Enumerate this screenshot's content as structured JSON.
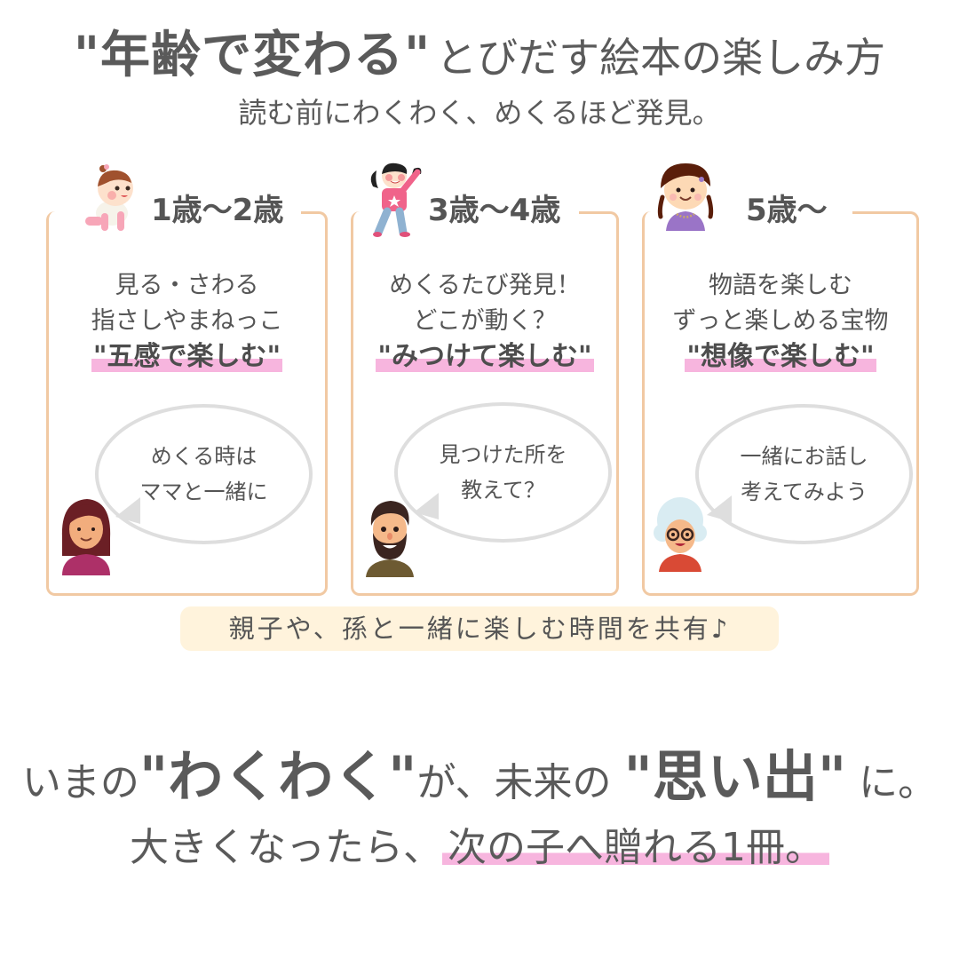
{
  "header": {
    "title_bold": "\"年齢で変わる\"",
    "title_rest": "とびだす絵本の楽しみ方",
    "subtitle": "読む前にわくわく、めくるほど発見。"
  },
  "colors": {
    "card_border": "#f1c9a3",
    "highlight_pink": "#f7b5de",
    "strip_bg": "#fff3dc",
    "text": "#555555",
    "bubble_border": "#dedede"
  },
  "cards": [
    {
      "age": "1歳〜2歳",
      "lines": [
        "見る・さわる",
        "指さしやまねっこ"
      ],
      "tagline": "\"五感で楽しむ\"",
      "bubble": [
        "めくる時は",
        "ママと一緒に"
      ],
      "child_icon": "crawling-baby-icon",
      "adult_icon": "mother-avatar-icon"
    },
    {
      "age": "3歳〜4歳",
      "lines": [
        "めくるたび発見！",
        "どこが動く？"
      ],
      "tagline": "\"みつけて楽しむ\"",
      "bubble": [
        "見つけた所を",
        "教えて？"
      ],
      "child_icon": "waving-girl-icon",
      "adult_icon": "bearded-father-avatar-icon"
    },
    {
      "age": "5歳〜",
      "lines": [
        "物語を楽しむ",
        "ずっと楽しめる宝物"
      ],
      "tagline": "\"想像で楽しむ\"",
      "bubble": [
        "一緒にお話し",
        "考えてみよう"
      ],
      "child_icon": "braided-girl-icon",
      "adult_icon": "grandmother-avatar-icon"
    }
  ],
  "share_strip": "親子や、孫と一緒に楽しむ時間を共有♪",
  "footer": {
    "line1_a": "いまの",
    "line1_b": "\"わくわく\"",
    "line1_c": "が、未来の ",
    "line1_d": "\"思い出\"",
    "line1_e": " に。",
    "line2_a": "大きくなったら、",
    "line2_b": "次の子へ贈れる1冊。"
  }
}
